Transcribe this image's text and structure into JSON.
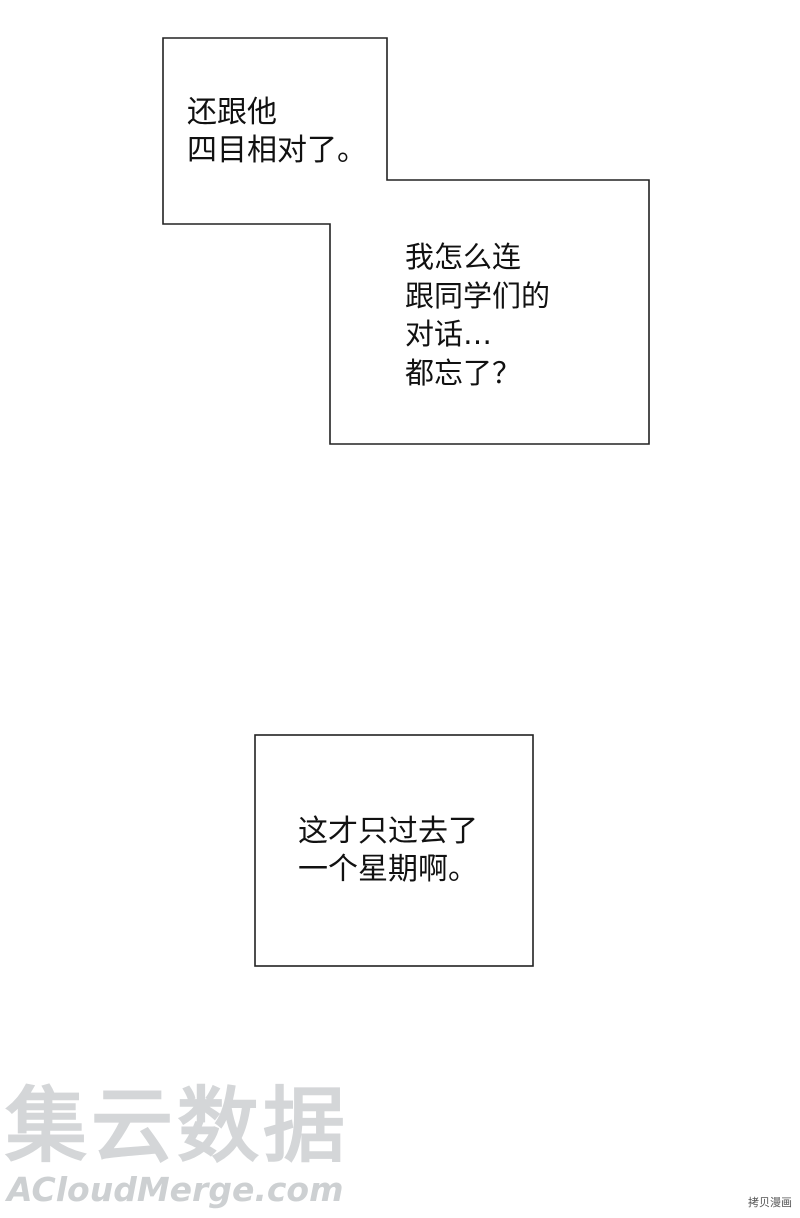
{
  "captions": [
    {
      "id": "caption-1",
      "lines": [
        "还跟他",
        "四目相对了。"
      ]
    },
    {
      "id": "caption-2",
      "lines": [
        "我怎么连",
        "跟同学们的",
        "对话…",
        "都忘了？"
      ]
    },
    {
      "id": "caption-3",
      "lines": [
        "这才只过去了",
        "一个星期啊。"
      ]
    }
  ],
  "watermark": {
    "chinese": "集云数据",
    "english": "ACloudMerge.com"
  },
  "corner_mark": "拷贝漫画",
  "colors": {
    "background": "#ffffff",
    "border": "#222222",
    "text": "#111111",
    "watermark": "#d4d6d8"
  }
}
